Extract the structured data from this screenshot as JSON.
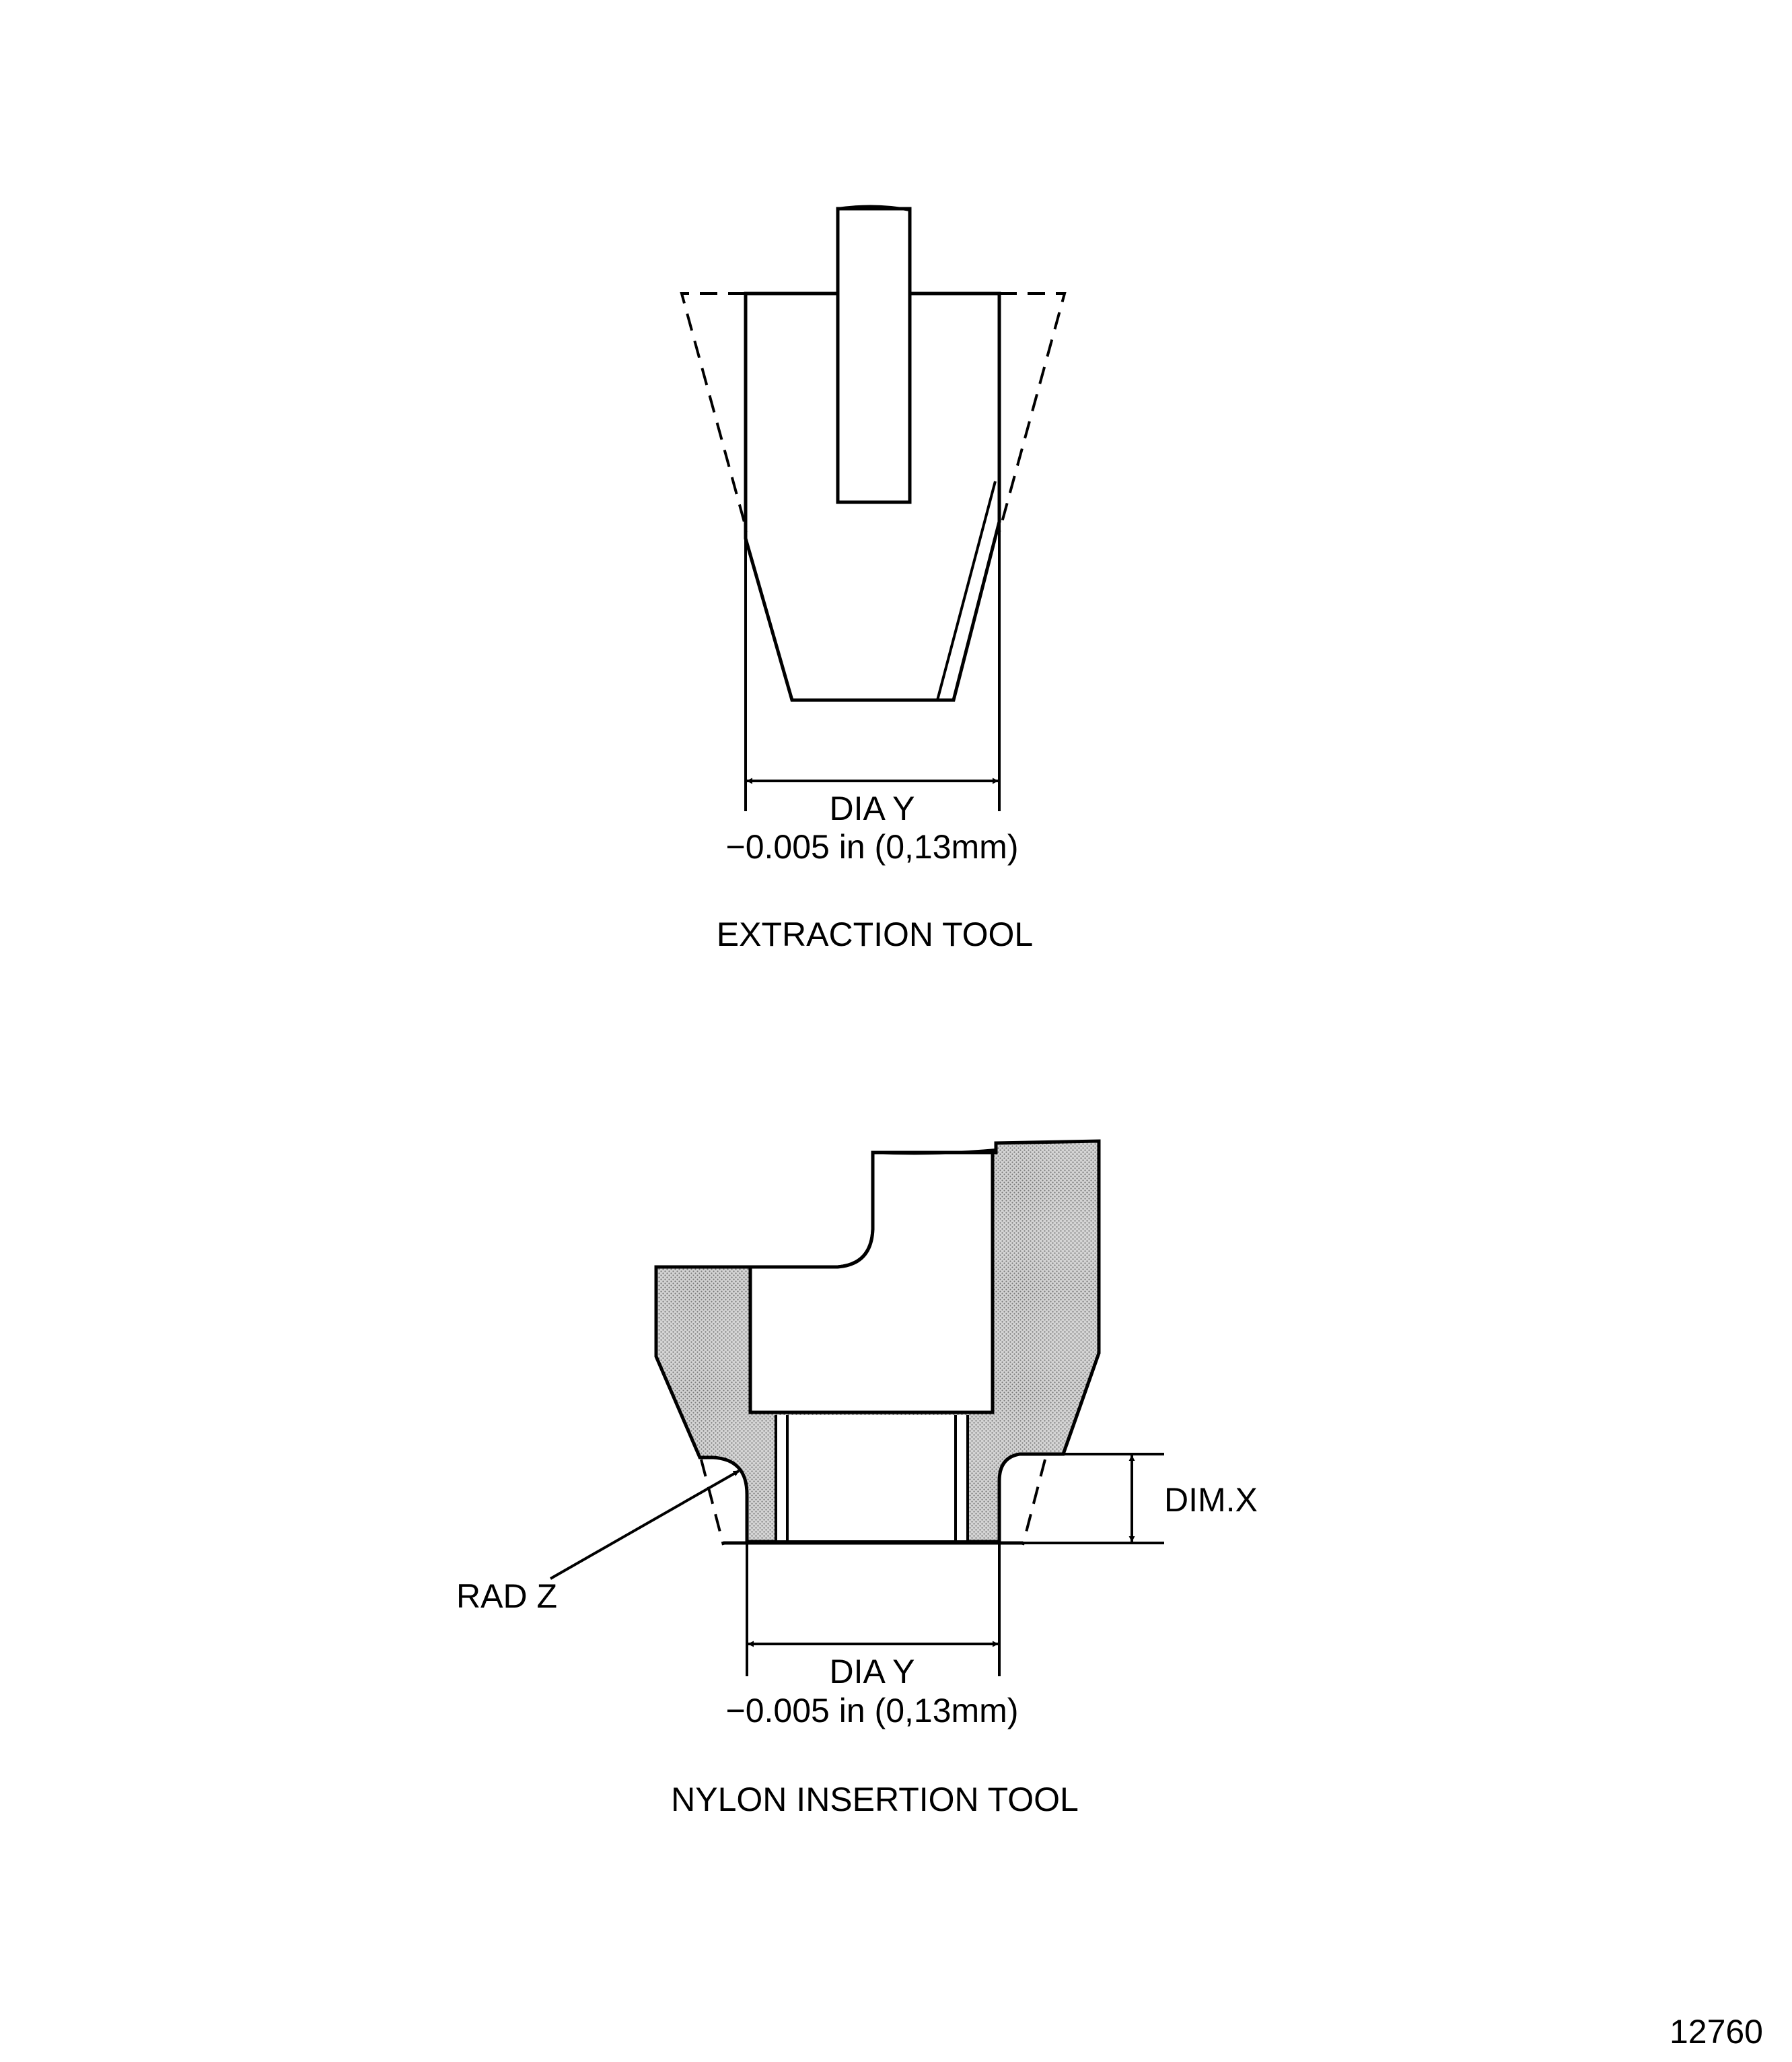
{
  "extraction_tool": {
    "title": "EXTRACTION TOOL",
    "dim_label": "DIA Y",
    "tolerance": "−0.005 in  (0,13mm)"
  },
  "insertion_tool": {
    "title": "NYLON INSERTION TOOL",
    "dim_label": "DIA Y",
    "tolerance": "−0.005 in (0,13mm)",
    "dim_x_label": "DIM.X",
    "radius_label": "RAD Z"
  },
  "figure_number": "12760",
  "colors": {
    "line": "#000000",
    "shade": "#b8b8b8",
    "background": "#ffffff"
  }
}
